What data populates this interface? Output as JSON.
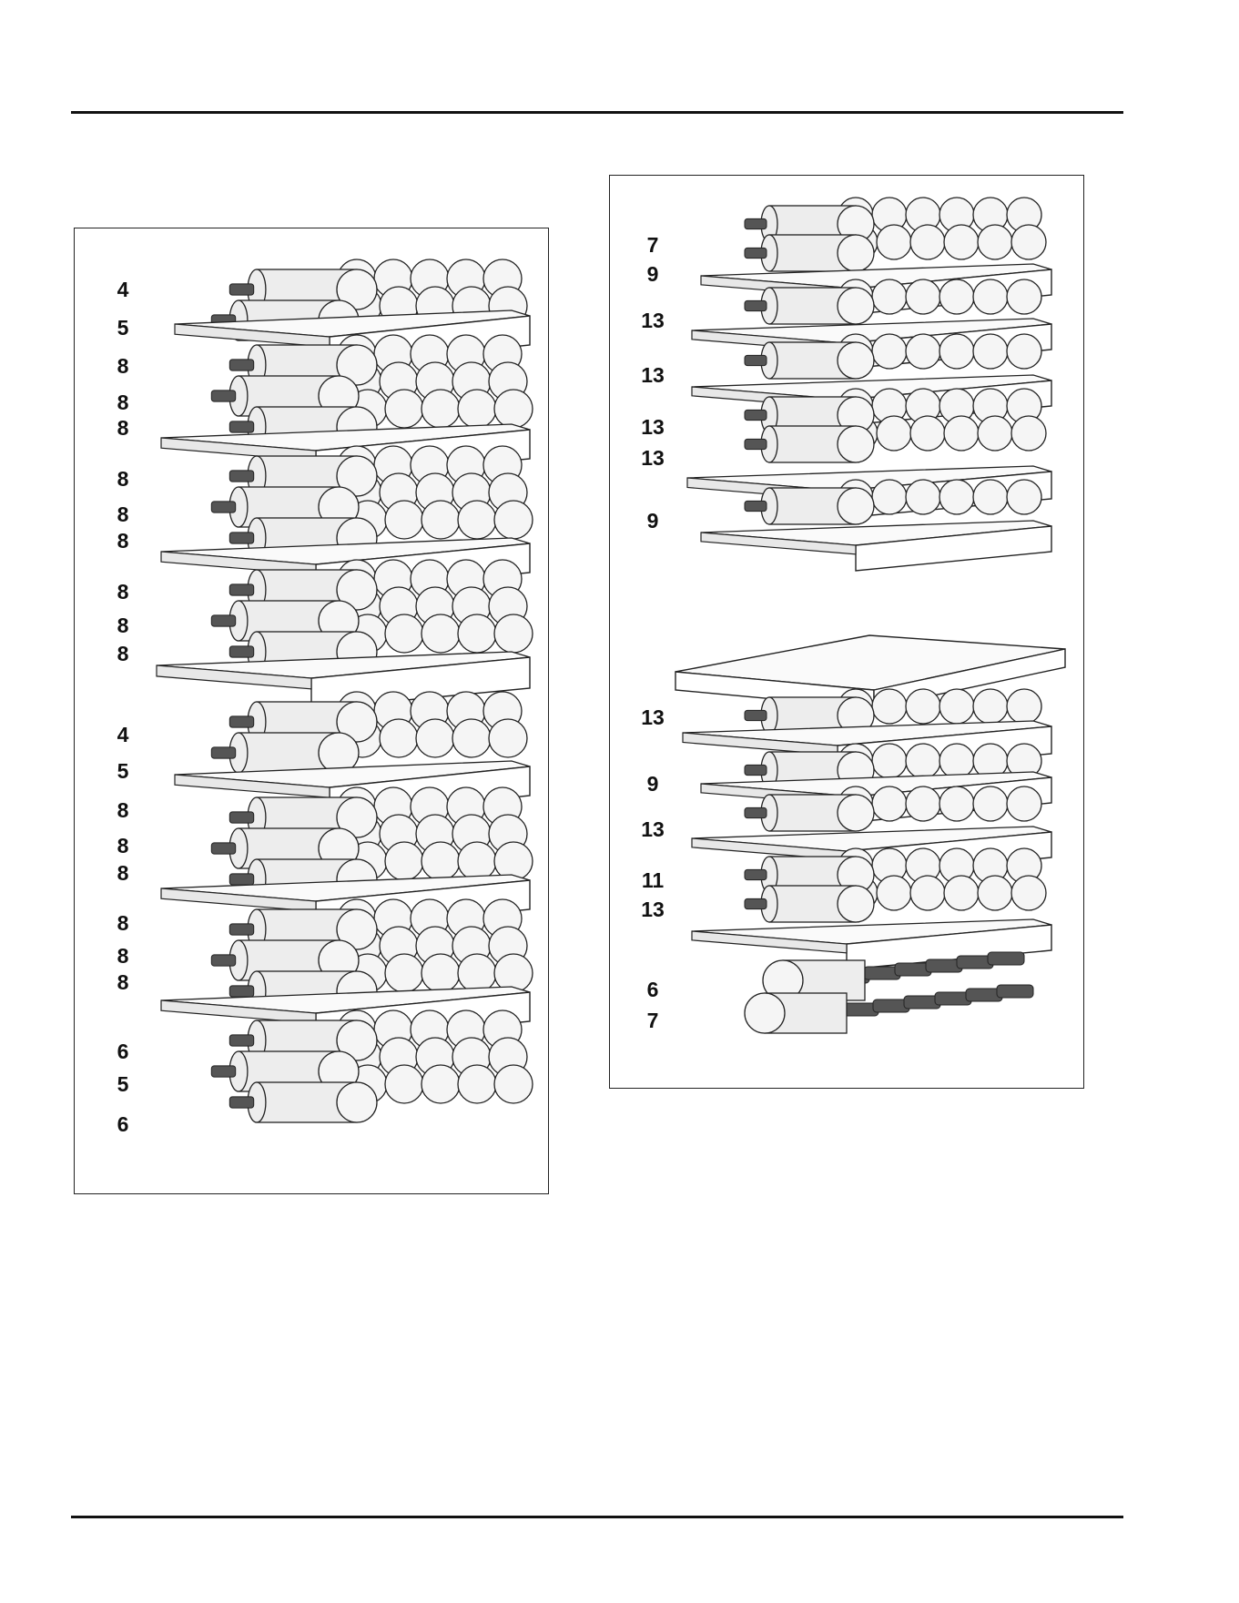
{
  "left_panel": {
    "labels": [
      "4",
      "5",
      "8",
      "8",
      "8",
      "8",
      "8",
      "8",
      "8",
      "8",
      "8",
      "4",
      "5",
      "8",
      "8",
      "8",
      "8",
      "8",
      "8",
      "6",
      "5",
      "6"
    ]
  },
  "right_panel": {
    "top_labels": [
      "7",
      "9",
      "13",
      "13",
      "13",
      "13",
      "9"
    ],
    "bottom_labels": [
      "13",
      "9",
      "13",
      "11",
      "13",
      "6",
      "7"
    ]
  }
}
